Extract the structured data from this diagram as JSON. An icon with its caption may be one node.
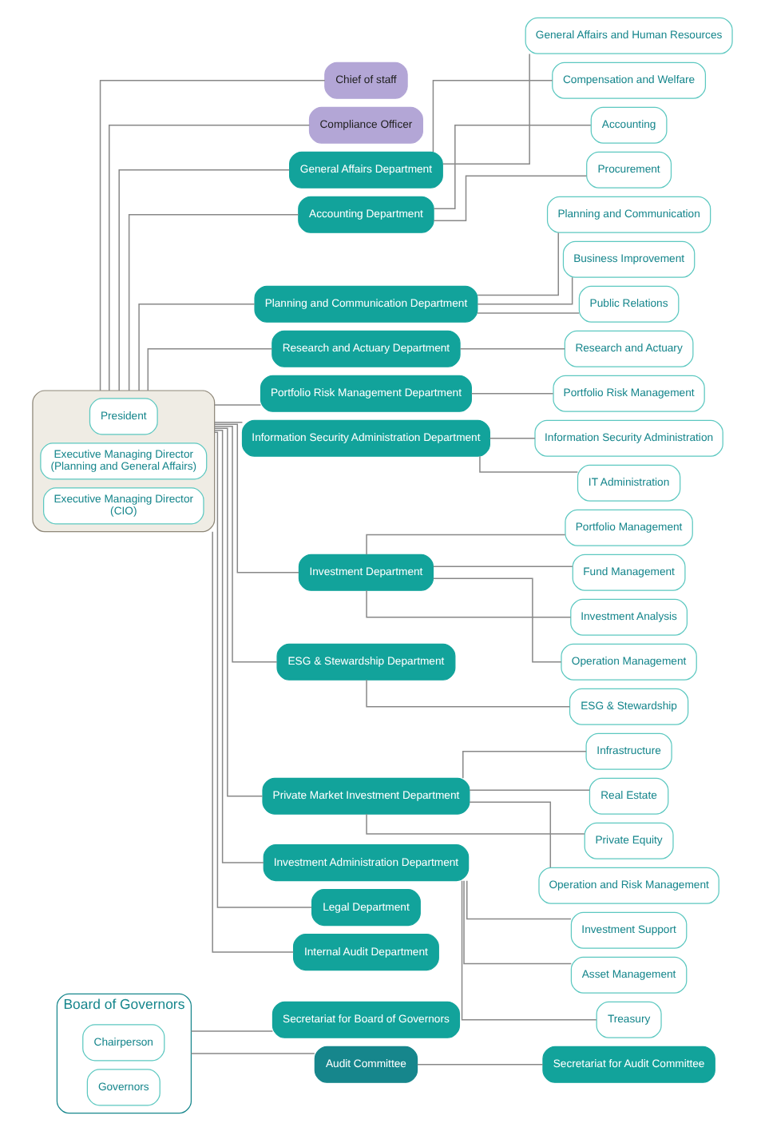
{
  "diagram": {
    "nodes": [
      {
        "text": [
          "Board of Governors"
        ]
      },
      {
        "text": [
          "Chairperson"
        ],
        "in": 0
      },
      {
        "text": [
          "Governors"
        ],
        "in": 0
      },
      {
        "text": [],
        "shape": "box"
      },
      {
        "text": [
          "President"
        ],
        "in": 3
      },
      {
        "text": [
          "Executive Managing Director",
          "(Planning and General Affairs)"
        ],
        "in": 3
      },
      {
        "text": [
          "Executive Managing Director",
          "(CIO)"
        ],
        "in": 3
      },
      {
        "text": [
          "Secretariat for Board of Governors"
        ]
      },
      {
        "text": [
          "Audit Committee"
        ]
      },
      {
        "text": [
          "Secretariat for Audit Committee"
        ]
      },
      {
        "text": [
          "Chief of staff"
        ]
      },
      {
        "text": [
          "Compliance Officer"
        ]
      },
      {
        "text": [
          "General Affairs Department"
        ]
      },
      {
        "text": [
          "General Affairs and Human Resources"
        ]
      },
      {
        "text": [
          "Compensation and Welfare"
        ]
      },
      {
        "text": [
          "Accounting Department"
        ]
      },
      {
        "text": [
          "Accounting"
        ]
      },
      {
        "text": [
          "Procurement"
        ]
      },
      {
        "text": [
          "Planning and Communication Department"
        ]
      },
      {
        "text": [
          "Planning and Communication"
        ]
      },
      {
        "text": [
          "Business Improvement"
        ]
      },
      {
        "text": [
          "Public Relations"
        ]
      },
      {
        "text": [
          "Research and Actuary Department"
        ]
      },
      {
        "text": [
          "Research and Actuary"
        ]
      },
      {
        "text": [
          "Portfolio Risk Management Department"
        ]
      },
      {
        "text": [
          "Portfolio Risk Management"
        ]
      },
      {
        "text": [
          "Information Security Administration Department"
        ]
      },
      {
        "text": [
          "Information Security Administration"
        ]
      },
      {
        "text": [
          "IT Administration"
        ]
      },
      {
        "text": [
          "Investment Department"
        ]
      },
      {
        "text": [
          "Portfolio Management"
        ]
      },
      {
        "text": [
          "Fund Management"
        ]
      },
      {
        "text": [
          "Investment Analysis"
        ]
      },
      {
        "text": [
          "Operation Management"
        ]
      },
      {
        "text": [
          "ESG & Stewardship Department"
        ]
      },
      {
        "text": [
          "ESG & Stewardship"
        ]
      },
      {
        "text": [
          "Private Market Investment Department"
        ]
      },
      {
        "text": [
          "Infrastructure"
        ]
      },
      {
        "text": [
          "Real Estate"
        ]
      },
      {
        "text": [
          "Private Equity"
        ]
      },
      {
        "text": [
          "Operation and Risk Management"
        ]
      },
      {
        "text": [
          "Investment Administration Department"
        ]
      },
      {
        "text": [
          "Investment Support"
        ]
      },
      {
        "text": [
          "Asset Management"
        ]
      },
      {
        "text": [
          "Treasury"
        ]
      },
      {
        "text": [
          "Legal Department"
        ]
      },
      {
        "text": [
          "Internal Audit Department"
        ]
      }
    ],
    "edges": [
      {
        "from": 0,
        "to": 7,
        "arrow": "none"
      },
      {
        "from": 0,
        "to": 8,
        "arrow": "none"
      },
      {
        "from": 8,
        "to": 9,
        "arrow": "none"
      },
      {
        "from": 3,
        "to": 10,
        "arrow": "none"
      },
      {
        "from": 3,
        "to": 11,
        "arrow": "none"
      },
      {
        "from": 3,
        "to": 12,
        "arrow": "none"
      },
      {
        "from": 3,
        "to": 15,
        "arrow": "none"
      },
      {
        "from": 3,
        "to": 18,
        "arrow": "none"
      },
      {
        "from": 3,
        "to": 22,
        "arrow": "none"
      },
      {
        "from": 3,
        "to": 24,
        "arrow": "none"
      },
      {
        "from": 3,
        "to": 26,
        "arrow": "none"
      },
      {
        "from": 3,
        "to": 29,
        "arrow": "none"
      },
      {
        "from": 3,
        "to": 34,
        "arrow": "none"
      },
      {
        "from": 3,
        "to": 36,
        "arrow": "none"
      },
      {
        "from": 3,
        "to": 41,
        "arrow": "none"
      },
      {
        "from": 3,
        "to": 45,
        "arrow": "none"
      },
      {
        "from": 3,
        "to": 46,
        "arrow": "none"
      },
      {
        "from": 12,
        "to": 13,
        "arrow": "none"
      },
      {
        "from": 12,
        "to": 14,
        "arrow": "none"
      },
      {
        "from": 15,
        "to": 16,
        "arrow": "none"
      },
      {
        "from": 15,
        "to": 17,
        "arrow": "none"
      },
      {
        "from": 18,
        "to": 19,
        "arrow": "none"
      },
      {
        "from": 18,
        "to": 20,
        "arrow": "none"
      },
      {
        "from": 18,
        "to": 21,
        "arrow": "none"
      },
      {
        "from": 22,
        "to": 23,
        "arrow": "none"
      },
      {
        "from": 24,
        "to": 25,
        "arrow": "none"
      },
      {
        "from": 26,
        "to": 27,
        "arrow": "none"
      },
      {
        "from": 26,
        "to": 28,
        "arrow": "none"
      },
      {
        "from": 29,
        "to": 30,
        "arrow": "none"
      },
      {
        "from": 29,
        "to": 31,
        "arrow": "none"
      },
      {
        "from": 29,
        "to": 32,
        "arrow": "none"
      },
      {
        "from": 29,
        "to": 33,
        "arrow": "none"
      },
      {
        "from": 34,
        "to": 35,
        "arrow": "none"
      },
      {
        "from": 36,
        "to": 37,
        "arrow": "none"
      },
      {
        "from": 36,
        "to": 38,
        "arrow": "none"
      },
      {
        "from": 36,
        "to": 39,
        "arrow": "none"
      },
      {
        "from": 36,
        "to": 40,
        "arrow": "none"
      },
      {
        "from": 41,
        "to": 42,
        "arrow": "none"
      },
      {
        "from": 41,
        "to": 43,
        "arrow": "none"
      },
      {
        "from": 41,
        "to": 44,
        "arrow": "none"
      }
    ]
  }
}
